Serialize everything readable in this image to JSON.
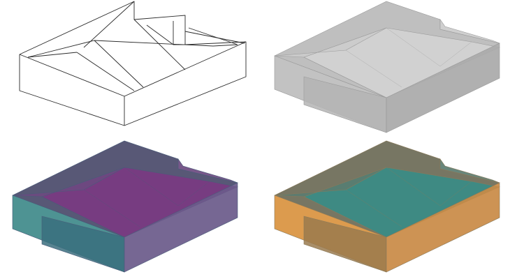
{
  "panels": [
    {
      "id": "wireframe",
      "style": "wireframe",
      "stroke": "#2a2a2a",
      "fill": "#ffffff"
    },
    {
      "id": "gray",
      "style": "shaded",
      "colors": {
        "top": "#d2d2d2",
        "ridge": "#cbcbcb",
        "left": "#bdbdbd",
        "front": "#b4b4b4",
        "right": "#a9a9a9",
        "back": "#bababa",
        "edge": "#9a9a9a"
      }
    },
    {
      "id": "viridis",
      "style": "shaded",
      "colors": {
        "top": "#7a3a82",
        "ridge": "#6d4a80",
        "left": "#3f8a8a",
        "front": "#3a6f7e",
        "right": "#6a5a8a",
        "back": "#4a4a6a",
        "edge": "#4a5c7a"
      }
    },
    {
      "id": "orange-teal",
      "style": "shaded",
      "colors": {
        "top": "#3a8c86",
        "ridge": "#5b7c70",
        "left": "#d9923f",
        "front": "#9a7a4e",
        "right": "#c98a45",
        "back": "#6b6a56",
        "edge": "#8a7a5a"
      }
    }
  ]
}
